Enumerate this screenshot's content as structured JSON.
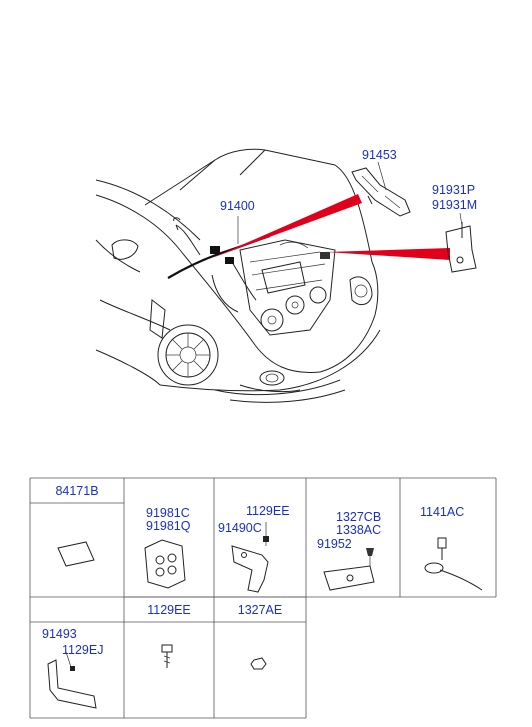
{
  "diagram": {
    "callouts": {
      "c91400": "91400",
      "c91453": "91453",
      "c91931p": "91931P",
      "c91931m": "91931M"
    },
    "accent_red": "#e0001b",
    "label_blue": "#1a2fc8"
  },
  "parts_table": {
    "row1": {
      "col1_header": "84171B",
      "col2_labels": [
        "91981C",
        "91981Q"
      ],
      "col3_labels": [
        "1129EE",
        "91490C"
      ],
      "col4_labels": [
        "1327CB",
        "1338AC",
        "91952"
      ],
      "col5_labels": [
        "1141AC"
      ]
    },
    "row2": {
      "col1_labels": [
        "91493",
        "1129EJ"
      ],
      "col2_header": "1129EE",
      "col3_header": "1327AE"
    }
  }
}
